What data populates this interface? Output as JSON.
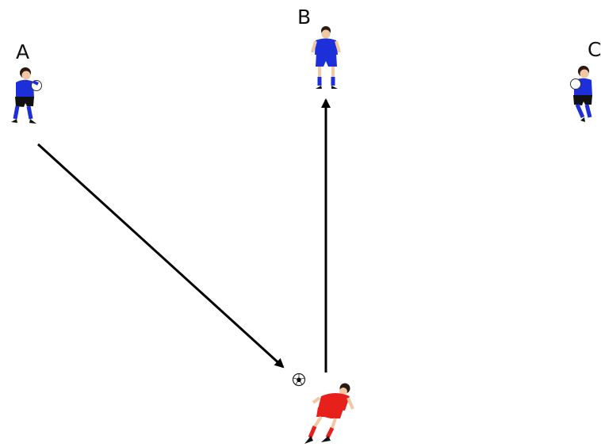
{
  "labels": {
    "player_a": "A",
    "player_b": "B",
    "player_c": "C"
  },
  "colors": {
    "defender_kit": "#1c2fd8",
    "keeper_shorts": "#111111",
    "attacker_kit": "#e8201c",
    "skin": "#f0c9a4",
    "arrow": "#000000"
  },
  "icons": {
    "player_a": "goalkeeper-holding-ball-icon",
    "player_b": "standing-player-icon",
    "player_c": "goalkeeper-holding-ball-icon",
    "attacker": "running-player-icon",
    "ball": "soccer-ball-icon"
  }
}
